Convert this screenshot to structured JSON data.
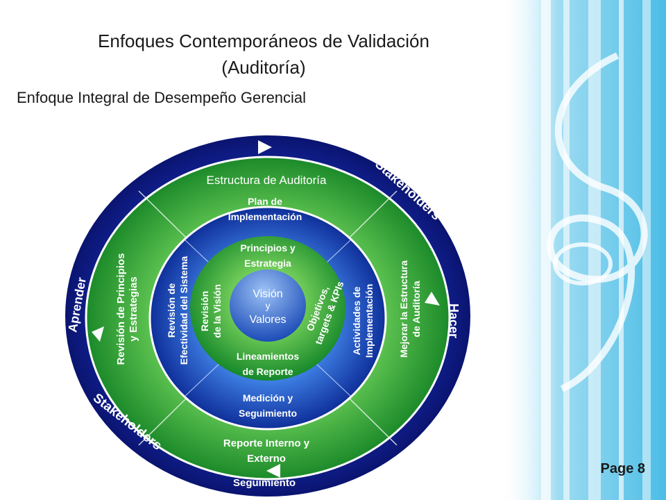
{
  "title_line1": "Enfoques Contemporáneos de Validación",
  "title_line2": "(Auditoría)",
  "subtitle": "Enfoque Integral de Desempeño Gerencial",
  "outer_ring": {
    "top_right": "Stakeholders",
    "bottom_left": "Stakeholders",
    "left": "Aprender",
    "right": "Hacer",
    "bottom": "Seguimiento"
  },
  "ring2": {
    "top": "Estructura de Auditoría",
    "left_1": "Revisión de Principios",
    "left_2": "y Estrategias",
    "right_1": "Mejorar la Estructura",
    "right_2": "de Auditoría",
    "bottom_1": "Reporte Interno y",
    "bottom_2": "Externo"
  },
  "ring3": {
    "top_1": "Plan de",
    "top_2": "Implementación",
    "left_1": "Revisión de",
    "left_2": "Efectividad del Sistema",
    "right_1": "Actividades de",
    "right_2": "Implementación",
    "bottom_1": "Medición y",
    "bottom_2": "Seguimiento"
  },
  "ring4": {
    "top_1": "Principios y",
    "top_2": "Estrategia",
    "left_1": "Revisión",
    "left_2": "de la Visión",
    "right_1": "Objetivos,",
    "right_2": "targets & KPIs",
    "bottom_1": "Lineamientos",
    "bottom_2": "de Reporte"
  },
  "center": {
    "line1": "Visión",
    "line2": "y",
    "line3": "Valores"
  },
  "page_label": "Page 8",
  "colors": {
    "outer_ring": "#0a1a8a",
    "green_ring": "#2f9a2f",
    "blue_ring": "#1f4fc8",
    "inner_green": "#28a038",
    "center": "#3f78d8",
    "decor": "#5cc8ea"
  }
}
